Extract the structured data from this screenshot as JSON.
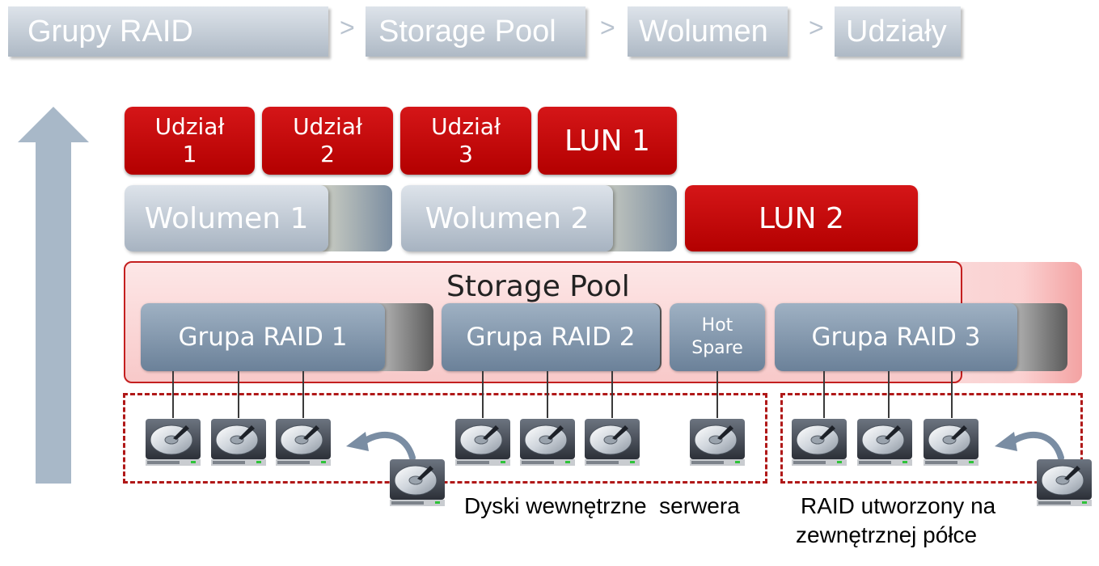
{
  "breadcrumb": {
    "items": [
      "Grupy RAID",
      "Storage Pool",
      "Wolumen",
      "Udziały"
    ],
    "separator": ">"
  },
  "shares": [
    {
      "line1": "Udział",
      "line2": "1"
    },
    {
      "line1": "Udział",
      "line2": "2"
    },
    {
      "line1": "Udział",
      "line2": "3"
    }
  ],
  "lun1": "LUN 1",
  "volumes": [
    "Wolumen 1",
    "Wolumen 2"
  ],
  "lun2": "LUN 2",
  "pool": {
    "title": "Storage Pool"
  },
  "raid_groups": [
    "Grupa RAID 1",
    "Grupa RAID 2",
    "Grupa RAID 3"
  ],
  "hot_spare": {
    "line1": "Hot",
    "line2": "Spare"
  },
  "captions": {
    "internal": "Dyski wewnętrzne  serwera",
    "external_line1": "RAID utworzony na",
    "external_line2": "zewnętrznej półce"
  },
  "colors": {
    "red": "#c8100f",
    "steel": "#a7b3c1",
    "pool_pink": "#fbd1d1",
    "dash_red": "#b01818",
    "arrow": "#a8b8c8"
  }
}
